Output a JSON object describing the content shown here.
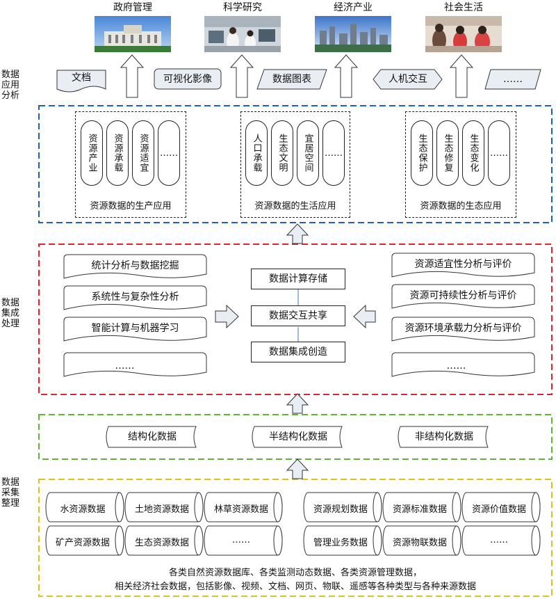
{
  "top": {
    "photos": [
      {
        "label": "政府管理",
        "icon": "government-building-photo"
      },
      {
        "label": "科学研究",
        "icon": "laboratory-photo"
      },
      {
        "label": "经济产业",
        "icon": "city-industry-photo"
      },
      {
        "label": "社会生活",
        "icon": "public-service-photo"
      }
    ],
    "outputs": [
      "文档",
      "可视化影像",
      "数据图表",
      "人机交互",
      "……"
    ]
  },
  "layers": {
    "application": "数据应用分析",
    "integration": "数据集成处理",
    "collection": "数据采集整理"
  },
  "application": {
    "groups": [
      {
        "label": "资源数据的生产应用",
        "items": [
          "资源产业",
          "资源承载",
          "资源适宜",
          "……"
        ]
      },
      {
        "label": "资源数据的生活应用",
        "items": [
          "人口承载",
          "生态文明",
          "宜居空间",
          "……"
        ]
      },
      {
        "label": "资源数据的生态应用",
        "items": [
          "生态保护",
          "生态修复",
          "生态变化",
          "……"
        ]
      }
    ]
  },
  "integration": {
    "left": [
      "统计分析与数据挖掘",
      "系统性与复杂性分析",
      "智能计算与机器学习",
      "……"
    ],
    "center": [
      "数据计算存储",
      "数据交互共享",
      "数据集成创造"
    ],
    "right": [
      "资源适宜性分析与评价",
      "资源可持续性分析与评价",
      "资源环境承载力分析与评价",
      "……"
    ]
  },
  "structure": [
    "结构化数据",
    "半结构化数据",
    "非结构化数据"
  ],
  "collection": {
    "left_row1": [
      "水资源数据",
      "土地资源数据",
      "林草资源数据"
    ],
    "left_row2": [
      "矿产资源数据",
      "生态资源数据",
      "……"
    ],
    "right_row1": [
      "资源规划数据",
      "资源标准数据",
      "资源价值数据"
    ],
    "right_row2": [
      "管理业务数据",
      "资源物联数据",
      "……"
    ],
    "desc_line1": "各类自然资源数据库、各类监测动态数据、各类资源管理数据，",
    "desc_line2": "相关经济社会数据，包括影像、视频、文档、网页、物联、遥感等各种类型与各种来源数据"
  },
  "colors": {
    "application_border": "#1f5fb4",
    "integration_border": "#e0242f",
    "structure_border": "#5fb43a",
    "collection_border": "#d9c41e",
    "arrow_fill": "#e9eef5",
    "arrow_stroke": "#333333",
    "connector_line": "#7ea6d8"
  }
}
